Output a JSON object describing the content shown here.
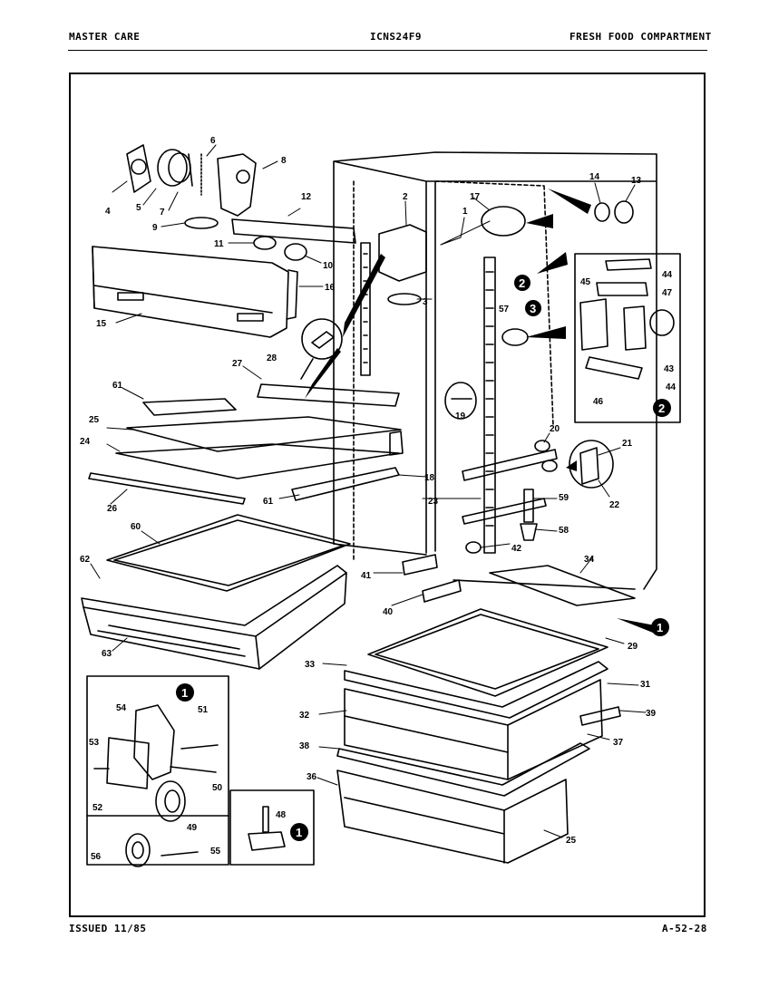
{
  "header": {
    "left": "MASTER CARE",
    "center": "ICNS24F9",
    "right": "FRESH FOOD COMPARTMENT"
  },
  "footer": {
    "issued": "ISSUED 11/85",
    "code": "A-52-28"
  },
  "callouts": {
    "c1": "1",
    "c2": "2",
    "c3": "3",
    "c4": "4",
    "c5": "5",
    "c6": "6",
    "c7": "7",
    "c8": "8",
    "c9": "9",
    "c10": "10",
    "c11": "11",
    "c12": "12",
    "c13": "13",
    "c14": "14",
    "c15": "15",
    "c16": "16",
    "c17": "17",
    "c18": "18",
    "c19": "19",
    "c20": "20",
    "c21": "21",
    "c22": "22",
    "c23": "23",
    "c24": "24",
    "c25a": "25",
    "c25b": "25",
    "c26": "26",
    "c27": "27",
    "c28": "28",
    "c29": "29",
    "c31": "31",
    "c32": "32",
    "c33": "33",
    "c34": "34",
    "c36": "36",
    "c37": "37",
    "c38": "38",
    "c39": "39",
    "c40": "40",
    "c41": "41",
    "c42": "42",
    "c43": "43",
    "c44a": "44",
    "c44b": "44",
    "c45": "45",
    "c46": "46",
    "c47": "47",
    "c48": "48",
    "c49": "49",
    "c50": "50",
    "c51": "51",
    "c52": "52",
    "c53": "53",
    "c54": "54",
    "c55": "55",
    "c56": "56",
    "c57": "57",
    "c58": "58",
    "c59": "59",
    "c60": "60",
    "c61a": "61",
    "c61b": "61",
    "c62": "62",
    "c63": "63"
  },
  "badges": {
    "b_main1": "1",
    "b_main2": "2",
    "b_main3": "3",
    "b_inset2": "2",
    "b_inset1a": "1",
    "b_inset1b": "1"
  }
}
